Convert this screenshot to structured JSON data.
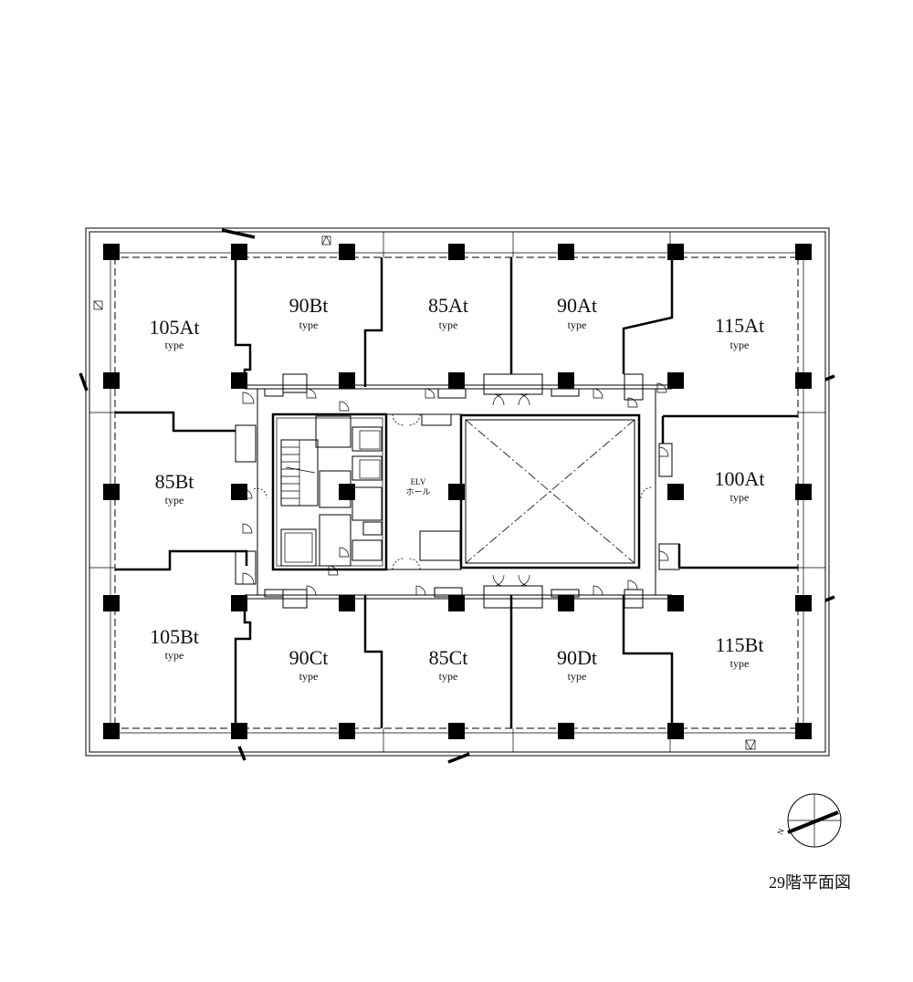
{
  "units": [
    {
      "id": "105At",
      "name": "105At",
      "type": "type"
    },
    {
      "id": "90Bt",
      "name": "90Bt",
      "type": "type"
    },
    {
      "id": "85At",
      "name": "85At",
      "type": "type"
    },
    {
      "id": "90At",
      "name": "90At",
      "type": "type"
    },
    {
      "id": "115At",
      "name": "115At",
      "type": "type"
    },
    {
      "id": "85Bt",
      "name": "85Bt",
      "type": "type"
    },
    {
      "id": "100At",
      "name": "100At",
      "type": "type"
    },
    {
      "id": "105Bt",
      "name": "105Bt",
      "type": "type"
    },
    {
      "id": "90Ct",
      "name": "90Ct",
      "type": "type"
    },
    {
      "id": "85Ct",
      "name": "85Ct",
      "type": "type"
    },
    {
      "id": "90Dt",
      "name": "90Dt",
      "type": "type"
    },
    {
      "id": "115Bt",
      "name": "115Bt",
      "type": "type"
    }
  ],
  "elevator_hall": {
    "line1": "ELV",
    "line2": "ホール"
  },
  "floor_label": "29階平面図",
  "compass": {
    "letter": "N"
  }
}
